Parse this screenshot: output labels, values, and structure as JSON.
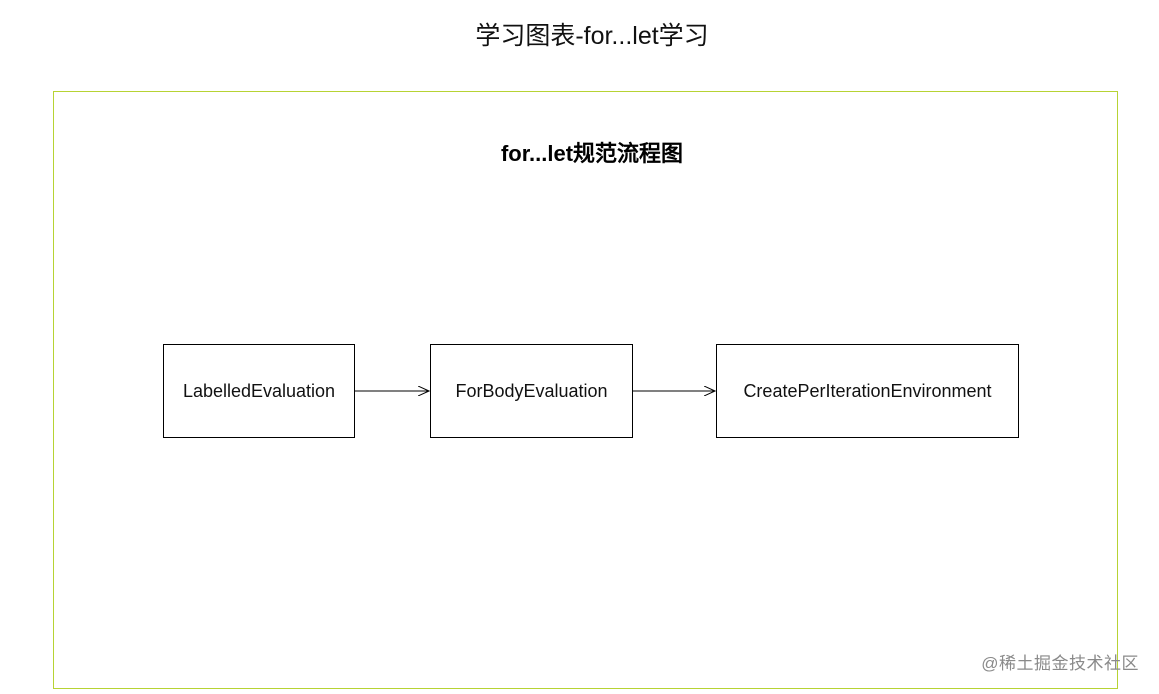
{
  "header": {
    "title": "学习图表-for...let学习"
  },
  "diagram": {
    "title": "for...let规范流程图",
    "frame_color": "#b7d334",
    "nodes": [
      {
        "label": "LabelledEvaluation"
      },
      {
        "label": "ForBodyEvaluation"
      },
      {
        "label": "CreatePerIterationEnvironment"
      }
    ],
    "edges": [
      {
        "from": "LabelledEvaluation",
        "to": "ForBodyEvaluation"
      },
      {
        "from": "ForBodyEvaluation",
        "to": "CreatePerIterationEnvironment"
      }
    ]
  },
  "watermark": {
    "text": "@稀土掘金技术社区"
  }
}
